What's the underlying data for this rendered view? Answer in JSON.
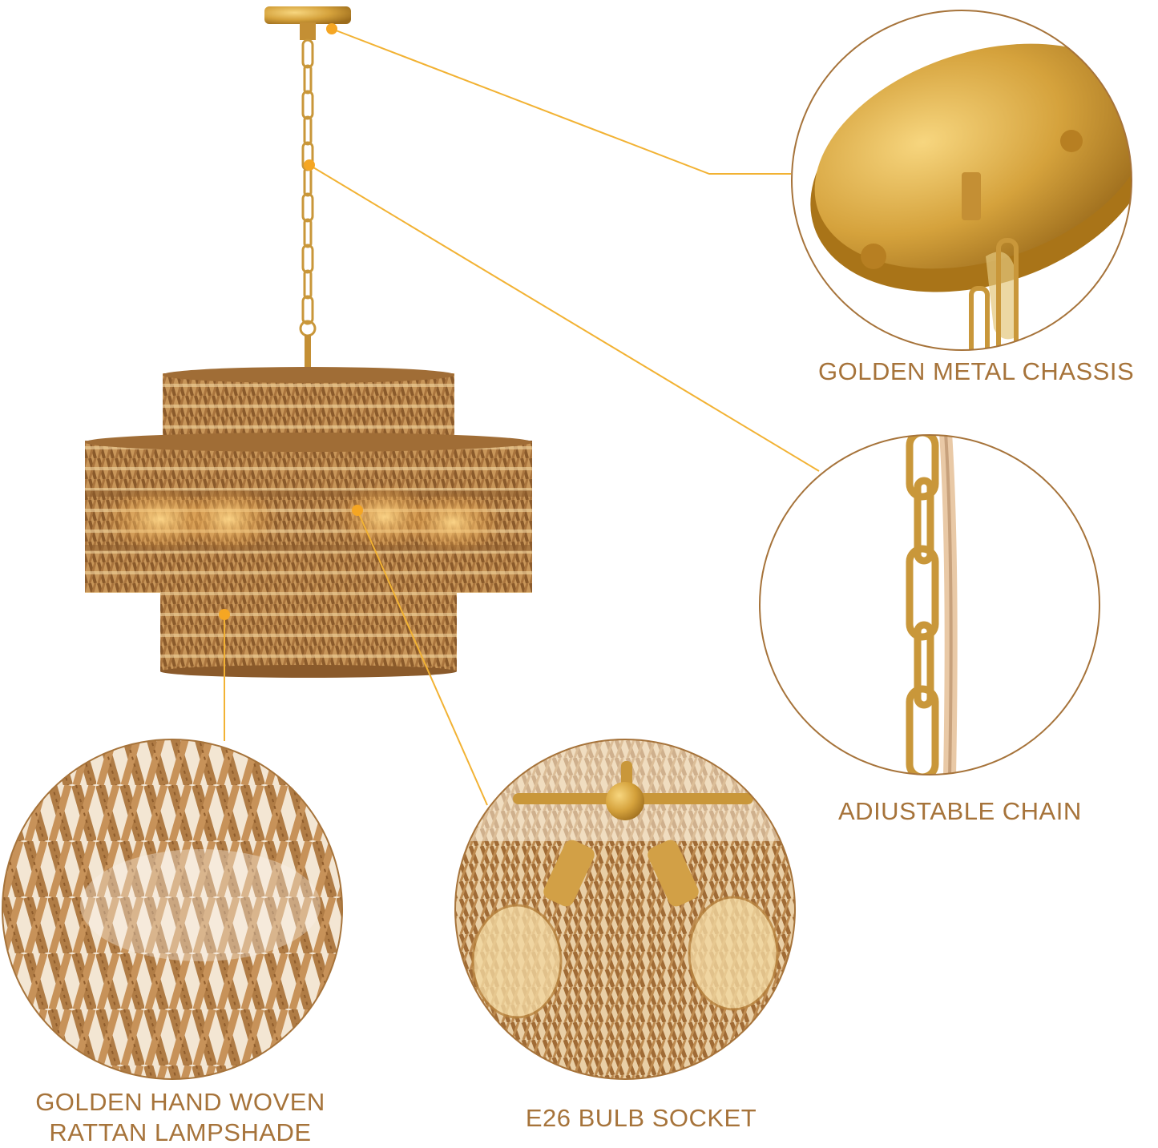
{
  "colors": {
    "callout_line": "#f2b233",
    "callout_dot": "#f5a623",
    "circle_border": "#a6733a",
    "label_text": "#a6733a",
    "rattan": "#b98548",
    "rattan_dark": "#8a5a2b",
    "gold": "#c9973a",
    "background": "#ffffff"
  },
  "callouts": [
    {
      "id": "chassis",
      "label": "GOLDEN METAL CHASSIS"
    },
    {
      "id": "chain",
      "label": "ADIUSTABLE CHAIN"
    },
    {
      "id": "lampshade",
      "label_line1": "GOLDEN HAND WOVEN",
      "label_line2": "RATTAN LAMPSHADE"
    },
    {
      "id": "socket",
      "label": "E26 BULB SOCKET"
    }
  ]
}
